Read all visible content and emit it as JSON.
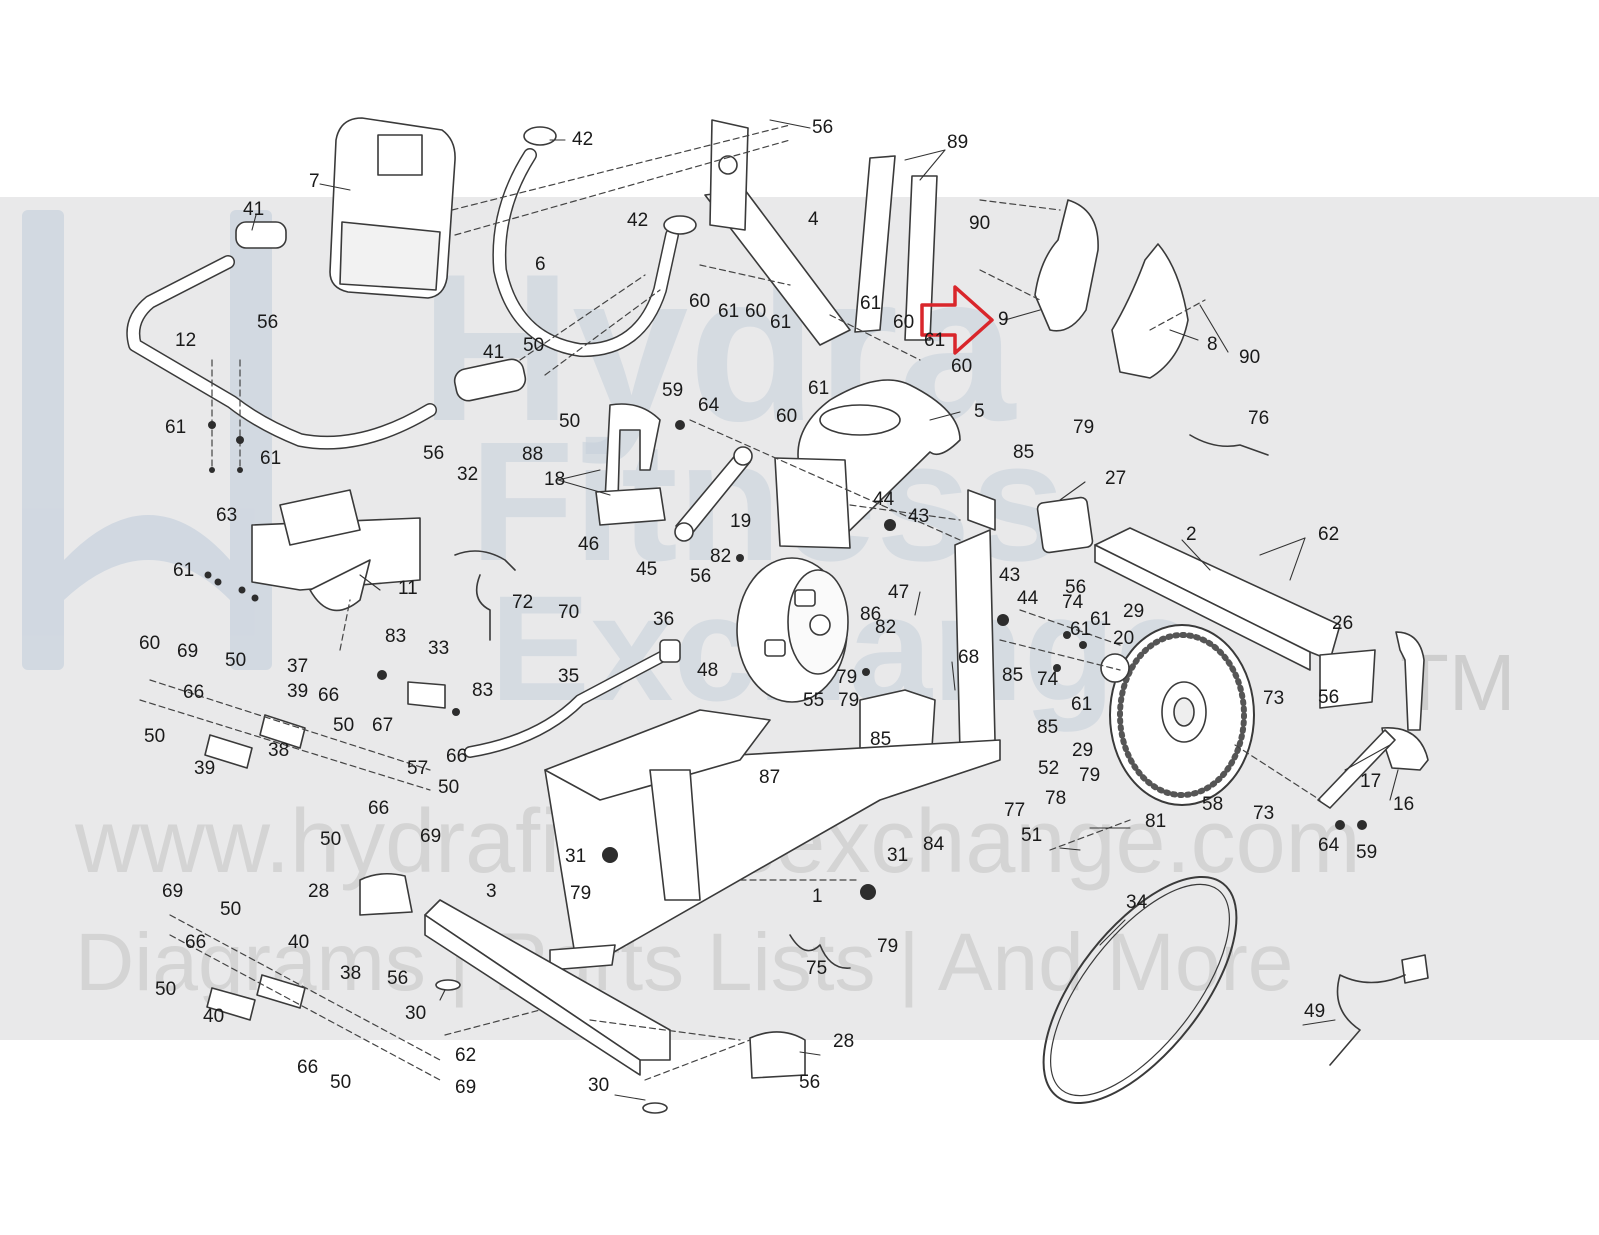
{
  "diagram": {
    "type": "exploded-parts-diagram",
    "watermark": {
      "brand_line_1": "Hydra",
      "brand_line_2": "Fitness",
      "brand_line_3": "Exchange",
      "trademark": "TM",
      "url": "www.hydrafitnessexchange.com",
      "tagline": "Diagrams | Parts Lists | And More"
    },
    "highlight": {
      "part": "9",
      "color": "#d9262b",
      "icon": "arrow-right-icon"
    },
    "callouts": [
      {
        "id": "c1",
        "text": "56"
      },
      {
        "id": "c2",
        "text": "42"
      },
      {
        "id": "c3",
        "text": "89"
      },
      {
        "id": "c4",
        "text": "7"
      },
      {
        "id": "c5",
        "text": "41"
      },
      {
        "id": "c6",
        "text": "42"
      },
      {
        "id": "c7",
        "text": "4"
      },
      {
        "id": "c8",
        "text": "90"
      },
      {
        "id": "c9",
        "text": "6"
      },
      {
        "id": "c10",
        "text": "56"
      },
      {
        "id": "c11",
        "text": "60"
      },
      {
        "id": "c12",
        "text": "61"
      },
      {
        "id": "c13",
        "text": "60"
      },
      {
        "id": "c14",
        "text": "61"
      },
      {
        "id": "c15",
        "text": "61"
      },
      {
        "id": "c16",
        "text": "60"
      },
      {
        "id": "c17",
        "text": "9"
      },
      {
        "id": "c18",
        "text": "61"
      },
      {
        "id": "c19",
        "text": "8"
      },
      {
        "id": "c20",
        "text": "90"
      },
      {
        "id": "c21",
        "text": "12"
      },
      {
        "id": "c22",
        "text": "50"
      },
      {
        "id": "c23",
        "text": "41"
      },
      {
        "id": "c24",
        "text": "60"
      },
      {
        "id": "c25",
        "text": "61"
      },
      {
        "id": "c26",
        "text": "50"
      },
      {
        "id": "c27",
        "text": "60"
      },
      {
        "id": "c28",
        "text": "59"
      },
      {
        "id": "c29",
        "text": "64"
      },
      {
        "id": "c30",
        "text": "5"
      },
      {
        "id": "c31",
        "text": "79"
      },
      {
        "id": "c32",
        "text": "76"
      },
      {
        "id": "c33",
        "text": "61"
      },
      {
        "id": "c34",
        "text": "61"
      },
      {
        "id": "c35",
        "text": "56"
      },
      {
        "id": "c36",
        "text": "88"
      },
      {
        "id": "c37",
        "text": "85"
      },
      {
        "id": "c38",
        "text": "32"
      },
      {
        "id": "c39",
        "text": "18"
      },
      {
        "id": "c40",
        "text": "27"
      },
      {
        "id": "c41",
        "text": "19"
      },
      {
        "id": "c42",
        "text": "44"
      },
      {
        "id": "c43",
        "text": "63"
      },
      {
        "id": "c44",
        "text": "43"
      },
      {
        "id": "c45",
        "text": "2"
      },
      {
        "id": "c46",
        "text": "62"
      },
      {
        "id": "c47",
        "text": "46"
      },
      {
        "id": "c48",
        "text": "82"
      },
      {
        "id": "c49",
        "text": "61"
      },
      {
        "id": "c50",
        "text": "45"
      },
      {
        "id": "c51",
        "text": "56"
      },
      {
        "id": "c52",
        "text": "43"
      },
      {
        "id": "c53",
        "text": "11"
      },
      {
        "id": "c54",
        "text": "47"
      },
      {
        "id": "c55",
        "text": "44"
      },
      {
        "id": "c56",
        "text": "56"
      },
      {
        "id": "c57",
        "text": "72"
      },
      {
        "id": "c58",
        "text": "74"
      },
      {
        "id": "c59",
        "text": "29"
      },
      {
        "id": "c60",
        "text": "70"
      },
      {
        "id": "c61",
        "text": "36"
      },
      {
        "id": "c62",
        "text": "86"
      },
      {
        "id": "c63",
        "text": "61"
      },
      {
        "id": "c64",
        "text": "26"
      },
      {
        "id": "c65",
        "text": "61"
      },
      {
        "id": "c66",
        "text": "60"
      },
      {
        "id": "c67",
        "text": "82"
      },
      {
        "id": "c68",
        "text": "20"
      },
      {
        "id": "c69",
        "text": "83"
      },
      {
        "id": "c70",
        "text": "79"
      },
      {
        "id": "c71",
        "text": "69"
      },
      {
        "id": "c72",
        "text": "33"
      },
      {
        "id": "c73",
        "text": "68"
      },
      {
        "id": "c74",
        "text": "50"
      },
      {
        "id": "c75",
        "text": "37"
      },
      {
        "id": "c76",
        "text": "48"
      },
      {
        "id": "c77",
        "text": "35"
      },
      {
        "id": "c78",
        "text": "85"
      },
      {
        "id": "c79",
        "text": "74"
      },
      {
        "id": "c80",
        "text": "61"
      },
      {
        "id": "c81",
        "text": "66"
      },
      {
        "id": "c82",
        "text": "39"
      },
      {
        "id": "c83",
        "text": "83"
      },
      {
        "id": "c84",
        "text": "79"
      },
      {
        "id": "c85",
        "text": "66"
      },
      {
        "id": "c86",
        "text": "50"
      },
      {
        "id": "c87",
        "text": "67"
      },
      {
        "id": "c88",
        "text": "55"
      },
      {
        "id": "c89",
        "text": "73"
      },
      {
        "id": "c90",
        "text": "56"
      },
      {
        "id": "c91",
        "text": "50"
      },
      {
        "id": "c92",
        "text": "85"
      },
      {
        "id": "c93",
        "text": "38"
      },
      {
        "id": "c94",
        "text": "85"
      },
      {
        "id": "c95",
        "text": "29"
      },
      {
        "id": "c96",
        "text": "66"
      },
      {
        "id": "c97",
        "text": "39"
      },
      {
        "id": "c98",
        "text": "57"
      },
      {
        "id": "c99",
        "text": "52"
      },
      {
        "id": "c100",
        "text": "17"
      },
      {
        "id": "c101",
        "text": "87"
      },
      {
        "id": "c102",
        "text": "79"
      },
      {
        "id": "c103",
        "text": "50"
      },
      {
        "id": "c104",
        "text": "78"
      },
      {
        "id": "c105",
        "text": "58"
      },
      {
        "id": "c106",
        "text": "73"
      },
      {
        "id": "c107",
        "text": "16"
      },
      {
        "id": "c108",
        "text": "66"
      },
      {
        "id": "c109",
        "text": "77"
      },
      {
        "id": "c110",
        "text": "50"
      },
      {
        "id": "c111",
        "text": "69"
      },
      {
        "id": "c112",
        "text": "81"
      },
      {
        "id": "c113",
        "text": "51"
      },
      {
        "id": "c114",
        "text": "84"
      },
      {
        "id": "c115",
        "text": "64"
      },
      {
        "id": "c116",
        "text": "59"
      },
      {
        "id": "c117",
        "text": "31"
      },
      {
        "id": "c118",
        "text": "31"
      },
      {
        "id": "c119",
        "text": "79"
      },
      {
        "id": "c120",
        "text": "1"
      },
      {
        "id": "c121",
        "text": "69"
      },
      {
        "id": "c122",
        "text": "28"
      },
      {
        "id": "c123",
        "text": "3"
      },
      {
        "id": "c124",
        "text": "34"
      },
      {
        "id": "c125",
        "text": "50"
      },
      {
        "id": "c126",
        "text": "66"
      },
      {
        "id": "c127",
        "text": "40"
      },
      {
        "id": "c128",
        "text": "79"
      },
      {
        "id": "c129",
        "text": "38"
      },
      {
        "id": "c130",
        "text": "56"
      },
      {
        "id": "c131",
        "text": "75"
      },
      {
        "id": "c132",
        "text": "50"
      },
      {
        "id": "c133",
        "text": "30"
      },
      {
        "id": "c134",
        "text": "40"
      },
      {
        "id": "c135",
        "text": "49"
      },
      {
        "id": "c136",
        "text": "62"
      },
      {
        "id": "c137",
        "text": "28"
      },
      {
        "id": "c138",
        "text": "66"
      },
      {
        "id": "c139",
        "text": "50"
      },
      {
        "id": "c140",
        "text": "69"
      },
      {
        "id": "c141",
        "text": "30"
      },
      {
        "id": "c142",
        "text": "56"
      }
    ]
  }
}
